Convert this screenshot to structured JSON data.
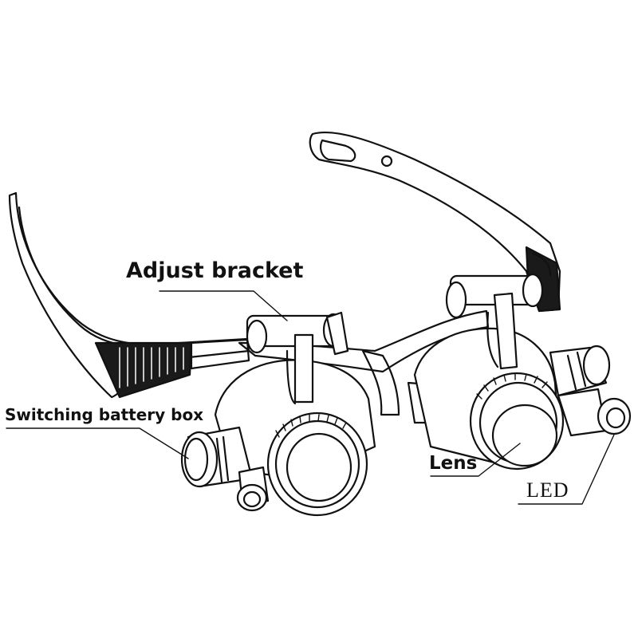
{
  "labels": {
    "adjust_bracket": "Adjust bracket",
    "switching_battery_box": "Switching battery box",
    "lens": "Lens",
    "led": "LED"
  },
  "colors": {
    "line": "#111111",
    "background": "#ffffff"
  }
}
